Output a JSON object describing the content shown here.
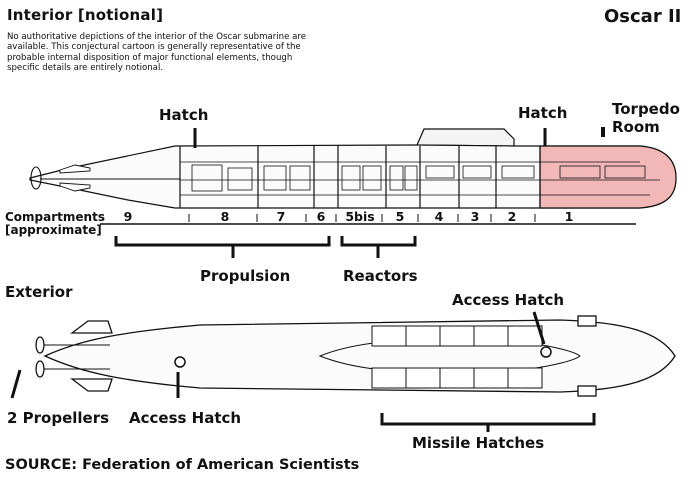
{
  "header": {
    "interior_title": "Interior [notional]",
    "sub_title": "Oscar II",
    "note": "No authoritative depictions of the interior of the Oscar submarine are available. This conjectural cartoon is generally representative of the probable internal disposition of major functional elements, though specific details are entirely notional."
  },
  "interior": {
    "hatch_aft": "Hatch",
    "hatch_fwd": "Hatch",
    "torpedo_room_line1": "Torpedo",
    "torpedo_room_line2": "Room",
    "compartments_label_line1": "Compartments",
    "compartments_label_line2": "[approximate]",
    "compartments": [
      "9",
      "8",
      "7",
      "6",
      "5bis",
      "5",
      "4",
      "3",
      "2",
      "1"
    ],
    "propulsion": "Propulsion",
    "reactors": "Reactors"
  },
  "exterior": {
    "title": "Exterior",
    "access_hatch_top": "Access Hatch",
    "access_hatch_bottom": "Access Hatch",
    "propellers": "2 Propellers",
    "missile_hatches": "Missile Hatches"
  },
  "footer": {
    "source": "SOURCE: Federation of American Scientists"
  },
  "colors": {
    "torpedo_room_fill": "#f2b8b8",
    "ink": "#111111"
  }
}
